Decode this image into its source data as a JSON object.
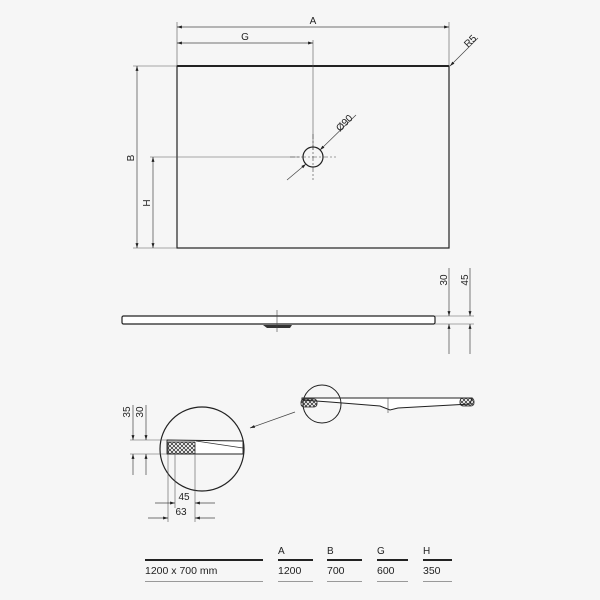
{
  "drawing": {
    "plan_view": {
      "labels": {
        "A": "A",
        "G": "G",
        "B": "B",
        "H": "H",
        "radius": "R5",
        "drain_diameter": "Ø90"
      }
    },
    "side_view": {
      "labels": {
        "thickness_outer": "45",
        "thickness_inner": "30"
      }
    },
    "detail_view": {
      "labels": {
        "height_outer": "35",
        "height_inner": "30",
        "width_inner": "45",
        "width_outer": "63"
      }
    }
  },
  "dimension_table": {
    "size_label": "1200 x 700 mm",
    "columns": [
      {
        "header": "A",
        "value": "1200"
      },
      {
        "header": "B",
        "value": "700"
      },
      {
        "header": "G",
        "value": "600"
      },
      {
        "header": "H",
        "value": "350"
      }
    ]
  },
  "colors": {
    "line": "#222222",
    "background": "#f6f6f6",
    "rule_light": "#999999"
  }
}
